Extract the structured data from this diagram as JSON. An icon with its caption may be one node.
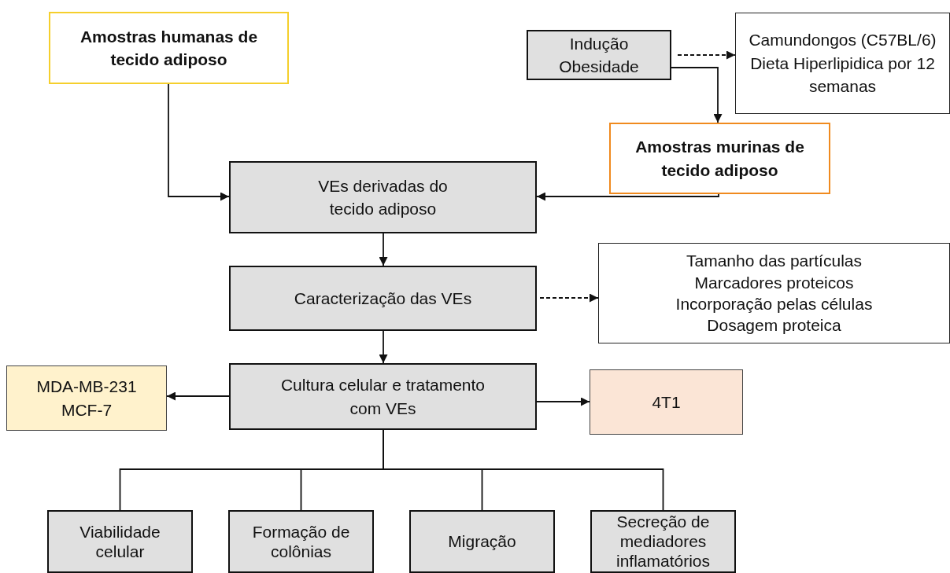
{
  "diagram": {
    "nodes": [
      {
        "text": [
          "Amostras humanas de tecido adiposo"
        ]
      },
      {
        "text": [
          "Indução Obesidade"
        ]
      },
      {
        "text": [
          "Camundongos (C57BL/6)",
          "Dieta Hiperlipidica por 12 semanas"
        ]
      },
      {
        "text": [
          "Amostras murinas de tecido adiposo"
        ]
      },
      {
        "text": [
          "VEs derivadas do tecido adiposo"
        ]
      },
      {
        "text": [
          "Caracterização das VEs"
        ]
      },
      {
        "text": [
          "Tamanho das partículas",
          "Marcadores proteicos",
          "Incorporação pelas células",
          "Dosagem proteica"
        ]
      },
      {
        "text": [
          "Cultura celular e tratamento com VEs"
        ]
      },
      {
        "text": [
          "MDA-MB-231",
          "MCF-7"
        ]
      },
      {
        "text": [
          "4T1"
        ]
      },
      {
        "text": [
          "Viabilidade celular"
        ]
      },
      {
        "text": [
          "Formação de colônias"
        ]
      },
      {
        "text": [
          "Migração"
        ]
      },
      {
        "text": [
          "Secreção de mediadores inflamatórios"
        ]
      }
    ],
    "edges": [
      {
        "from": 0,
        "to": 4,
        "arrow": "to"
      },
      {
        "from": 1,
        "to": 2,
        "arrow": "to",
        "style": "dashed"
      },
      {
        "from": 1,
        "to": 3,
        "arrow": "to"
      },
      {
        "from": 3,
        "to": 4,
        "arrow": "to"
      },
      {
        "from": 4,
        "to": 5,
        "arrow": "to"
      },
      {
        "from": 5,
        "to": 6,
        "arrow": "to",
        "style": "dashed"
      },
      {
        "from": 5,
        "to": 7,
        "arrow": "to"
      },
      {
        "from": 7,
        "to": 8,
        "arrow": "to"
      },
      {
        "from": 7,
        "to": 9,
        "arrow": "to"
      },
      {
        "from": 7,
        "to": 10,
        "arrow": "none"
      },
      {
        "from": 7,
        "to": 11,
        "arrow": "none"
      },
      {
        "from": 7,
        "to": 12,
        "arrow": "none"
      },
      {
        "from": 7,
        "to": 13,
        "arrow": "none"
      }
    ]
  }
}
